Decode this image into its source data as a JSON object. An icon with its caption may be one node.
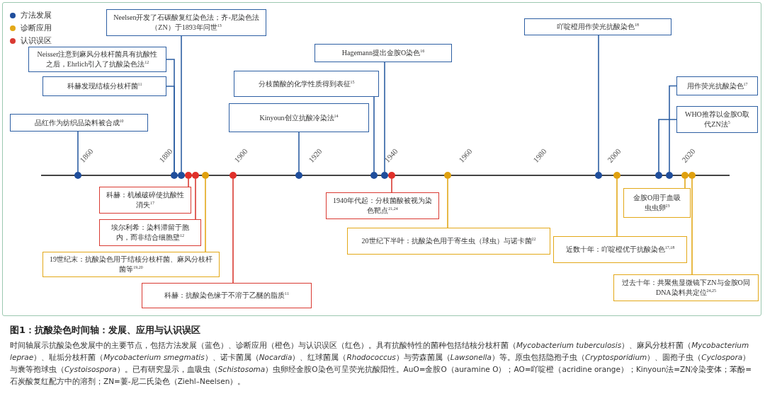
{
  "diagram": {
    "title": "图1：抗酸染色时间轴：发展、应用与认识误区",
    "caption": "时间轴展示抗酸染色发展中的主要节点，包括方法发展（蓝色）、诊断应用（橙色）与认识误区（红色）。具有抗酸特性的菌种包括结核分枝杆菌（*Mycobacterium tuberculosis*）、麻风分枝杆菌（*Mycobacterium leprae*）、耻垢分枝杆菌（*Mycobacterium smegmatis*）、诺卡菌属（*Nocardia*）、红球菌属（*Rhodococcus*）与劳森菌属（*Lawsonella*）等。原虫包括隐孢子虫（*Cryptosporidium*）、圆孢子虫（*Cyclospora*）与囊等孢球虫（*Cystoisospora*）。已有研究显示，血吸虫（*Schistosoma*）虫卵经金胺O染色可呈荧光抗酸阳性。AuO=金胺O（auramine O）；AO=吖啶橙（acridine orange）；Kinyoun法=ZN冷染变体；苯酚=石炭酸复红配方中的溶剂；ZN=萋-尼二氏染色（Ziehl–Neelsen）。",
    "nodes": [
      {
        "text": [
          "Neelsen开发了石碳酸复红染色法；齐-尼染色法（ZN）于1893年问世$^{13}$"
        ]
      },
      {
        "text": [
          "吖啶橙用作荧光抗酸染色$^{18}$"
        ]
      },
      {
        "text": [
          "Neisser注意到麻风分枝杆菌具有抗酸性之后，Ehrlich引入了抗酸染色法$^{12}$"
        ]
      },
      {
        "text": [
          "Hagemann提出金胺O染色$^{16}$"
        ]
      },
      {
        "text": [
          "科赫发现结核分枝杆菌$^{11}$"
        ]
      },
      {
        "text": [
          "分枝菌酸的化学性质得到表征$^{15}$"
        ]
      },
      {
        "text": [
          "用作荧光抗酸染色$^{17}$"
        ]
      },
      {
        "text": [
          "Kinyoun创立抗酸冷染法$^{14}$"
        ]
      },
      {
        "text": [
          "WHO推荐以金胺O取代ZN法$^{5}$"
        ]
      },
      {
        "text": [
          "品红作为纺织品染料被合成$^{10}$"
        ]
      },
      {
        "text": [],
        "shape": "circle"
      },
      {
        "text": [],
        "shape": "circle"
      },
      {
        "text": [],
        "shape": "circle"
      },
      {
        "text": [],
        "shape": "circle"
      },
      {
        "text": [],
        "shape": "circle"
      },
      {
        "text": [],
        "shape": "circle"
      },
      {
        "text": [],
        "shape": "circle"
      },
      {
        "text": [],
        "shape": "circle"
      },
      {
        "text": [],
        "shape": "circle"
      },
      {
        "text": [],
        "shape": "circle"
      },
      {
        "text": [],
        "shape": "circle"
      },
      {
        "text": [],
        "shape": "circle"
      },
      {
        "text": [],
        "shape": "circle"
      },
      {
        "text": [],
        "shape": "circle"
      },
      {
        "text": [],
        "shape": "circle"
      },
      {
        "text": [],
        "shape": "circle"
      },
      {
        "text": [],
        "shape": "circle"
      },
      {
        "text": [],
        "shape": "circle"
      },
      {
        "text": [
          "科赫：机械破碎使抗酸性消失$^{17}$"
        ]
      },
      {
        "text": [
          "1940年代起：分枝菌酸被视为染色靶点$^{21,24}$"
        ]
      },
      {
        "text": [
          "金胺O用于血吸虫虫卵$^{23}$"
        ]
      },
      {
        "text": [
          "埃尔利希：染料滞留于胞内，而非结合细胞壁$^{12}$"
        ]
      },
      {
        "text": [
          "20世纪下半叶：抗酸染色用于寄生虫（球虫）与诺卡菌$^{22}$"
        ]
      },
      {
        "text": [
          "近数十年：吖啶橙优于抗酸染色$^{17,18}$"
        ]
      },
      {
        "text": [
          "19世纪末：抗酸染色用于结核分枝杆菌、麻风分枝杆菌等$^{19,20}$"
        ]
      },
      {
        "text": [
          "过去十年：共聚焦显微镜下ZN与金胺O同DNA染料共定位$^{24,25}$"
        ]
      },
      {
        "text": [
          "科赫：抗酸染色缘于不溶于乙醚的脂质$^{11}$"
        ]
      }
    ],
    "edges": [
      {
        "from": 9,
        "to": 10,
        "arrow": "none"
      },
      {
        "from": 4,
        "to": 11,
        "arrow": "none"
      },
      {
        "from": 2,
        "to": 11,
        "arrow": "none"
      },
      {
        "from": 0,
        "to": 12,
        "arrow": "none"
      },
      {
        "from": 7,
        "to": 17,
        "arrow": "none"
      },
      {
        "from": 5,
        "to": 18,
        "arrow": "none"
      },
      {
        "from": 3,
        "to": 19,
        "arrow": "none"
      },
      {
        "from": 1,
        "to": 22,
        "arrow": "none"
      },
      {
        "from": 8,
        "to": 24,
        "arrow": "none"
      },
      {
        "from": 6,
        "to": 25,
        "arrow": "none"
      },
      {
        "from": 28,
        "to": 13,
        "arrow": "none",
        "color": "#d93a32"
      },
      {
        "from": 31,
        "to": 14,
        "arrow": "none",
        "color": "#d93a32"
      },
      {
        "from": 34,
        "to": 15,
        "arrow": "none",
        "color": "#e3a818"
      },
      {
        "from": 36,
        "to": 16,
        "arrow": "none",
        "color": "#d93a32"
      },
      {
        "from": 29,
        "to": 20,
        "arrow": "none",
        "color": "#d93a32"
      },
      {
        "from": 32,
        "to": 21,
        "arrow": "none",
        "color": "#e3a818"
      },
      {
        "from": 33,
        "to": 23,
        "arrow": "none",
        "color": "#e3a818"
      },
      {
        "from": 30,
        "to": 26,
        "arrow": "none",
        "color": "#e3a818"
      },
      {
        "from": 35,
        "to": 27,
        "arrow": "none",
        "color": "#e3a818"
      }
    ],
    "labels": [
      "1860",
      "1880",
      "1900",
      "1920",
      "1940",
      "1960",
      "1980",
      "2000",
      "2020"
    ],
    "legend": [
      {
        "text": "方法发展",
        "color": "#1f4e9c"
      },
      {
        "text": "诊断应用",
        "color": "#e3a818"
      },
      {
        "text": "认识误区",
        "color": "#d93a32"
      }
    ]
  }
}
